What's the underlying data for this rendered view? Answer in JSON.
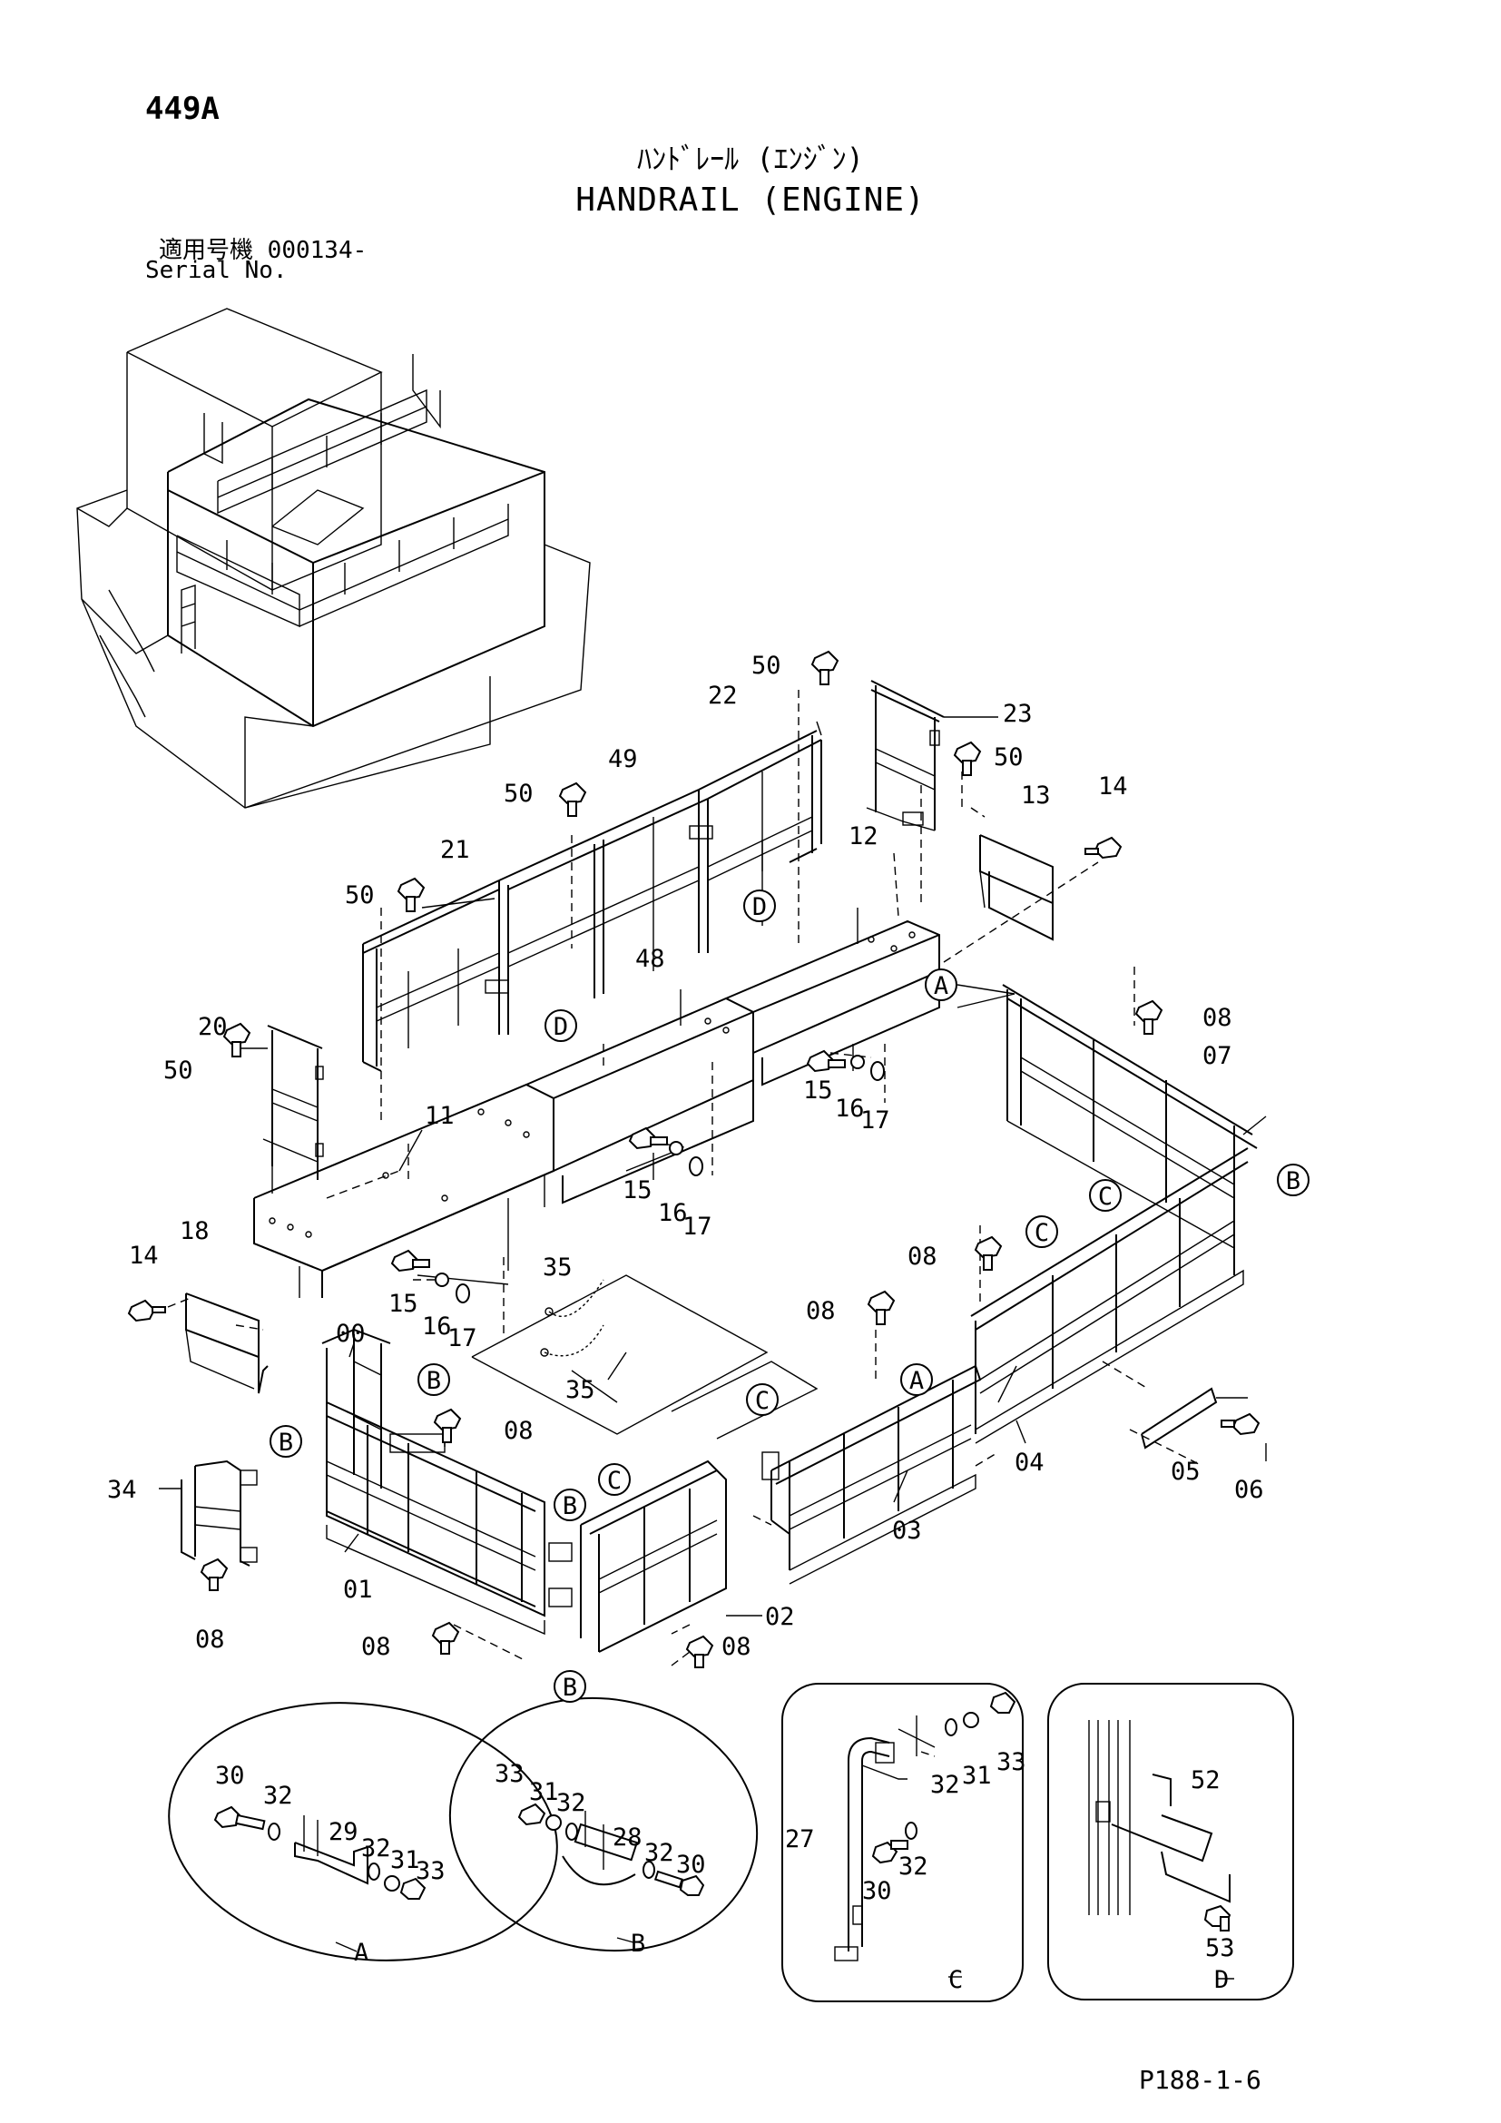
{
  "header": {
    "page_number": "449A",
    "title_jp": "ﾊﾝﾄﾞﾚｰﾙ (ｴﾝｼﾞﾝ)",
    "title_en": "HANDRAIL (ENGINE)",
    "serial_label_jp": "適用号機",
    "serial_value": "000134-",
    "serial_label_en": "Serial No."
  },
  "footer": {
    "code": "P188-1-6"
  },
  "part_numbers": {
    "p00": "00",
    "p01": "01",
    "p02": "02",
    "p03": "03",
    "p04": "04",
    "p05": "05",
    "p06": "06",
    "p07": "07",
    "p08": "08",
    "p11": "11",
    "p12": "12",
    "p13": "13",
    "p14": "14",
    "p15": "15",
    "p16": "16",
    "p17": "17",
    "p18": "18",
    "p20": "20",
    "p21": "21",
    "p22": "22",
    "p23": "23",
    "p27": "27",
    "p28": "28",
    "p29": "29",
    "p30": "30",
    "p31": "31",
    "p32": "32",
    "p33": "33",
    "p34": "34",
    "p35": "35",
    "p48": "48",
    "p49": "49",
    "p50": "50",
    "p52": "52",
    "p53": "53"
  },
  "detail_refs": {
    "a": "A",
    "b": "B",
    "c": "C",
    "d": "D"
  }
}
